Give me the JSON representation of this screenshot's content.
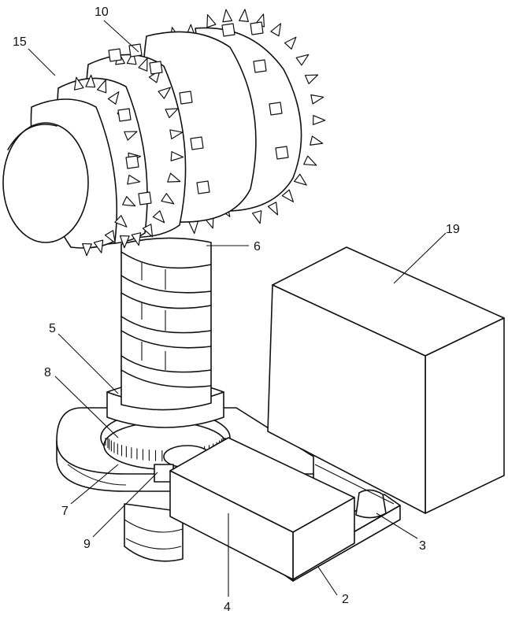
{
  "labels": {
    "l10": "10",
    "l15": "15",
    "l6": "6",
    "l19": "19",
    "l5": "5",
    "l8": "8",
    "l7": "7",
    "l9": "9",
    "l4": "4",
    "l3": "3",
    "l2": "2"
  }
}
